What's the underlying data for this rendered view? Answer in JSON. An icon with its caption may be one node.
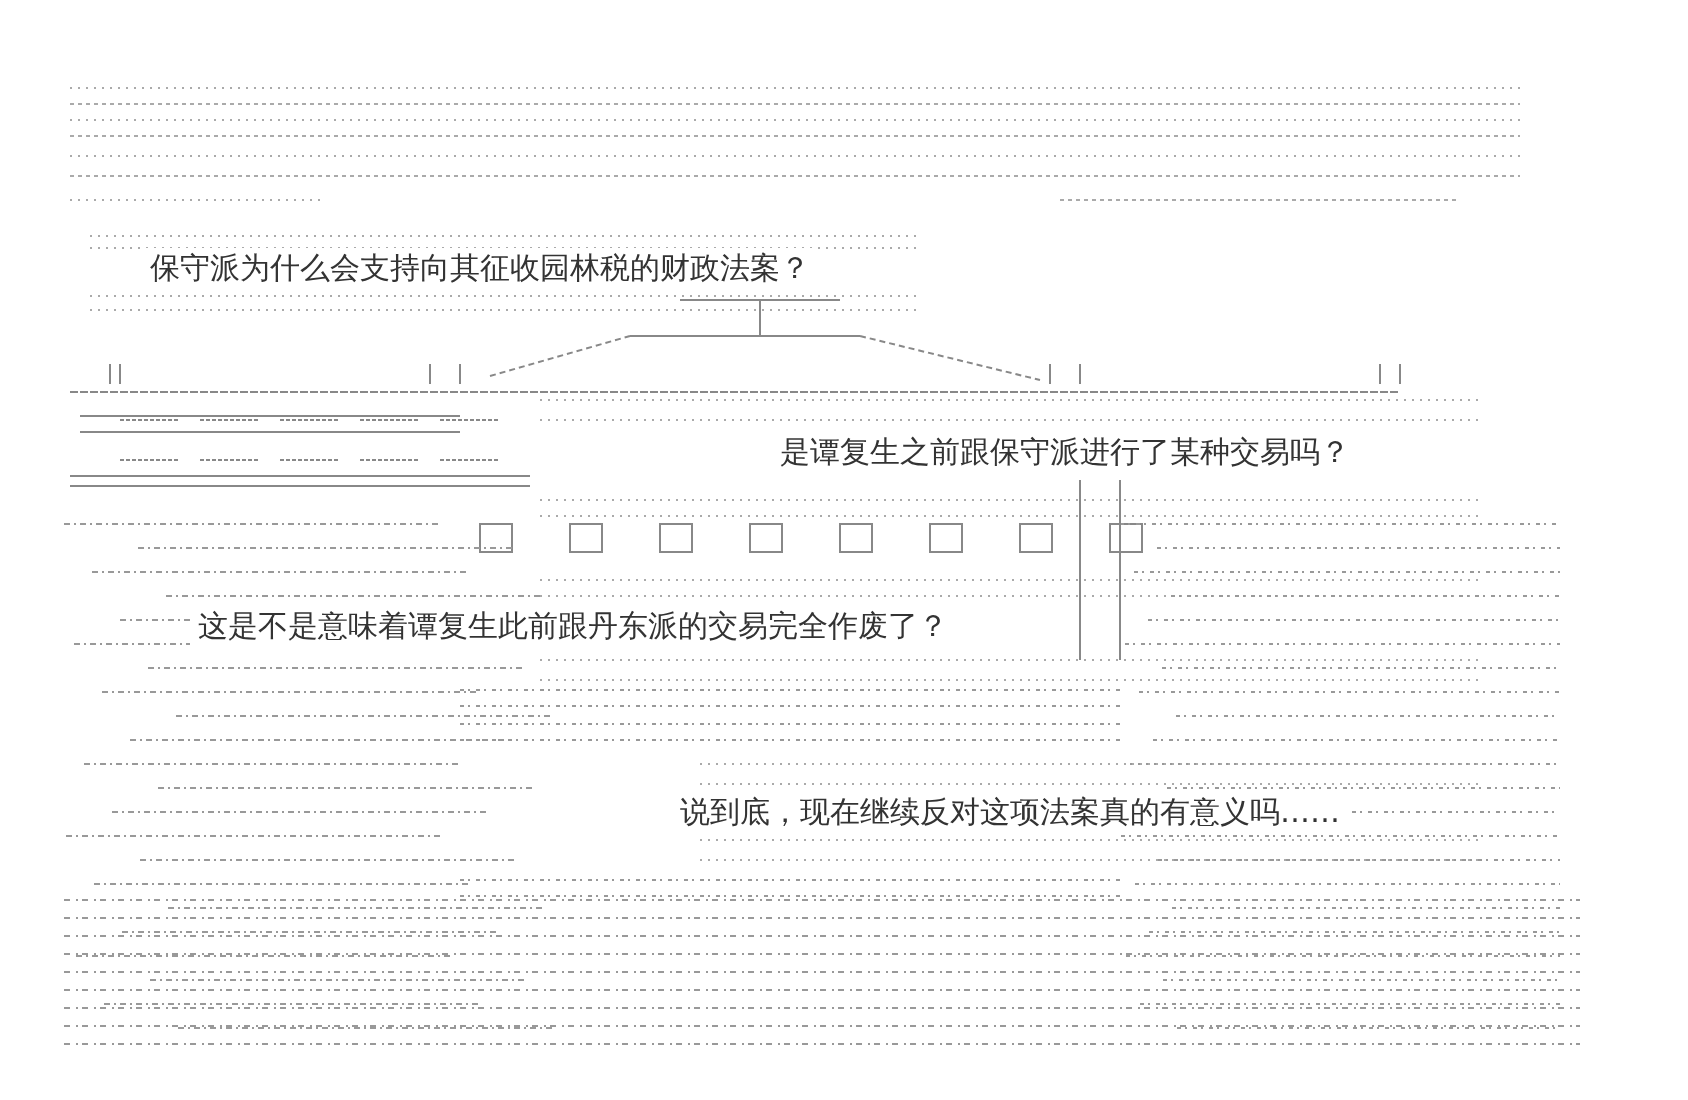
{
  "diagram": {
    "labels": [
      "保守派为什么会支持向其征收园林税的财政法案？",
      "是谭复生之前跟保守派进行了某种交易吗？",
      "这是不是意味着谭复生此前跟丹东派的交易完全作废了？",
      "说到底，现在继续反对这项法案真的有意义吗……"
    ]
  }
}
